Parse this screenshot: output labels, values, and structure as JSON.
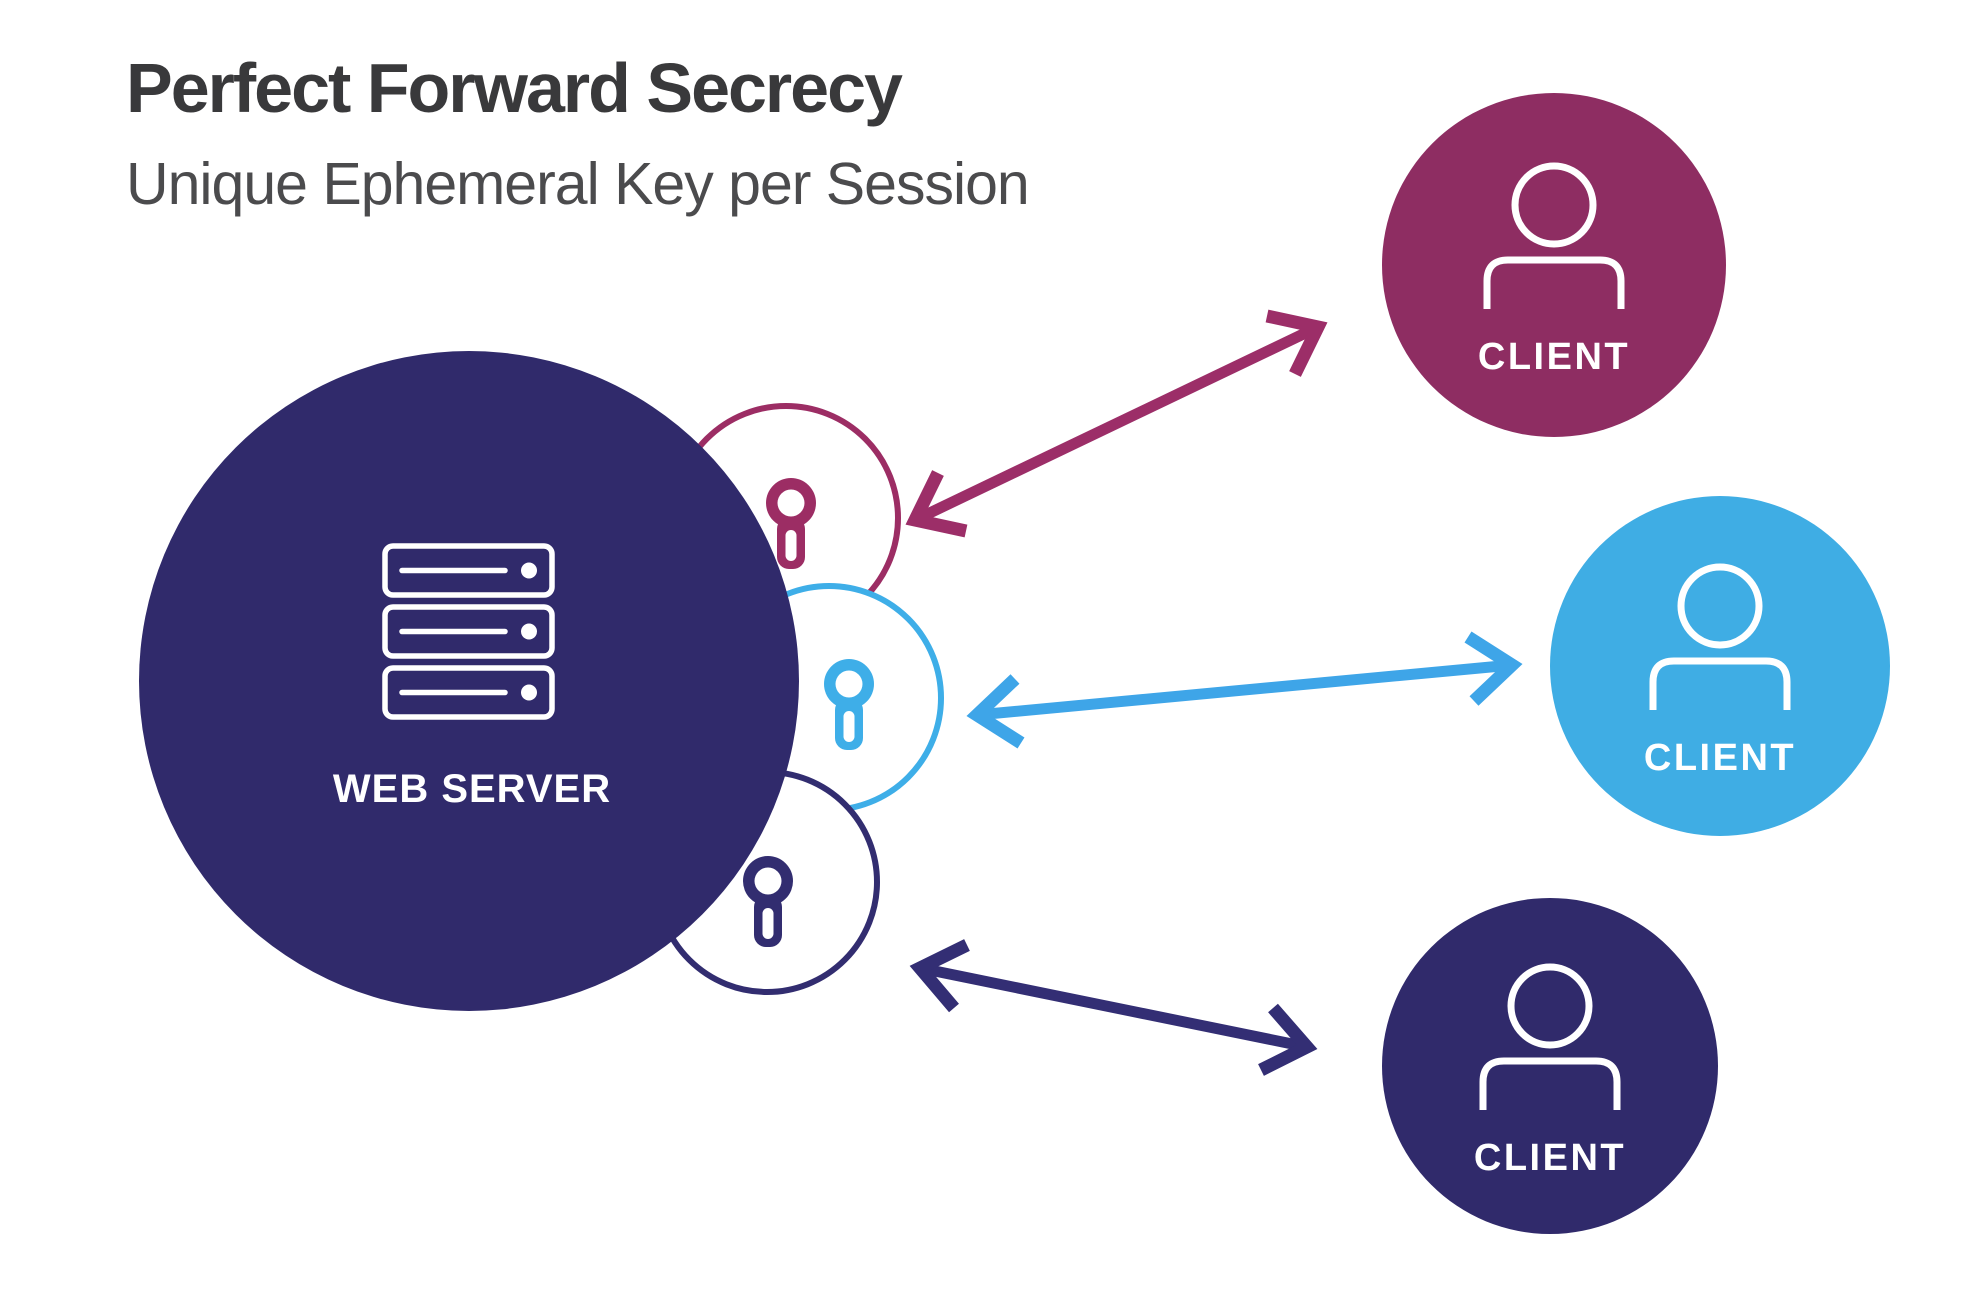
{
  "title": "Perfect Forward Secrecy",
  "subtitle": "Unique Ephemeral Key per Session",
  "colors": {
    "background": "#ffffff",
    "title_text": "#39393b",
    "subtitle_text": "#4b4b4d",
    "server_circle": "#302a6b",
    "icon_white": "#ffffff"
  },
  "web_server": {
    "label": "WEB SERVER"
  },
  "keys": [
    {
      "color": "#9c2d64"
    },
    {
      "color": "#3eaee8"
    },
    {
      "color": "#322d70"
    }
  ],
  "arrows": [
    {
      "color": "#9c2e68"
    },
    {
      "color": "#3ea5e8"
    },
    {
      "color": "#332e74"
    }
  ],
  "clients": [
    {
      "label": "CLIENT",
      "color": "#8e2d62"
    },
    {
      "label": "CLIENT",
      "color": "#3fade4"
    },
    {
      "label": "CLIENT",
      "color": "#302a6b"
    }
  ]
}
